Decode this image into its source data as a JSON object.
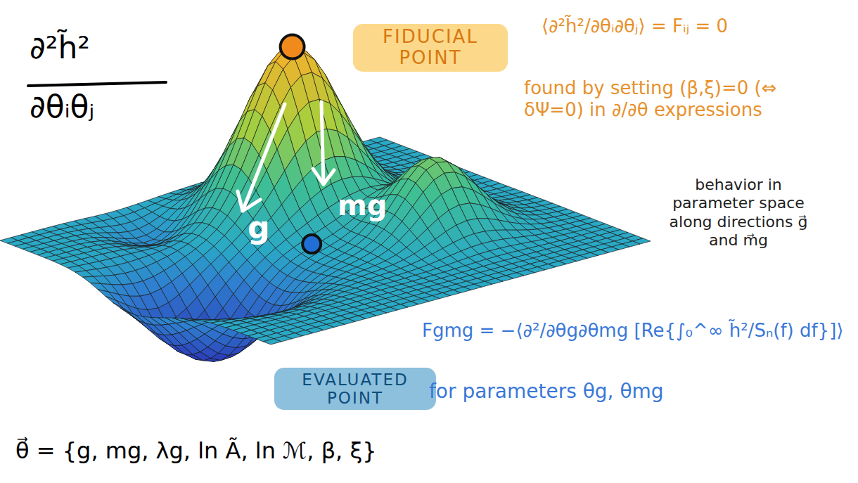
{
  "diagram": {
    "nodes": [
      {
        "text": [
          "FIDUCIAL POINT"
        ]
      },
      {
        "text": [
          "EVALUATED POINT"
        ]
      }
    ],
    "labels": [
      "∂²h̃²",
      "∂θᵢθⱼ",
      "⟨∂²h̃²/∂θᵢ∂θⱼ⟩ = Fᵢⱼ = 0",
      "found by setting (β,ξ)=0 (⇔ δΨ=0) in ∂/∂θ expressions",
      "behavior in parameter space along directions g⃗ and m⃗g",
      "Fgmg = −⟨∂²/∂θg∂θmg [Re{∫₀^∞ h̃²/Sₙ(f) df}]⟩",
      "for parameters θg, θmg",
      "g",
      "mg",
      "θ⃗ = {g, mg, λg, ln Ã, ln ℳ, β, ξ}"
    ]
  }
}
